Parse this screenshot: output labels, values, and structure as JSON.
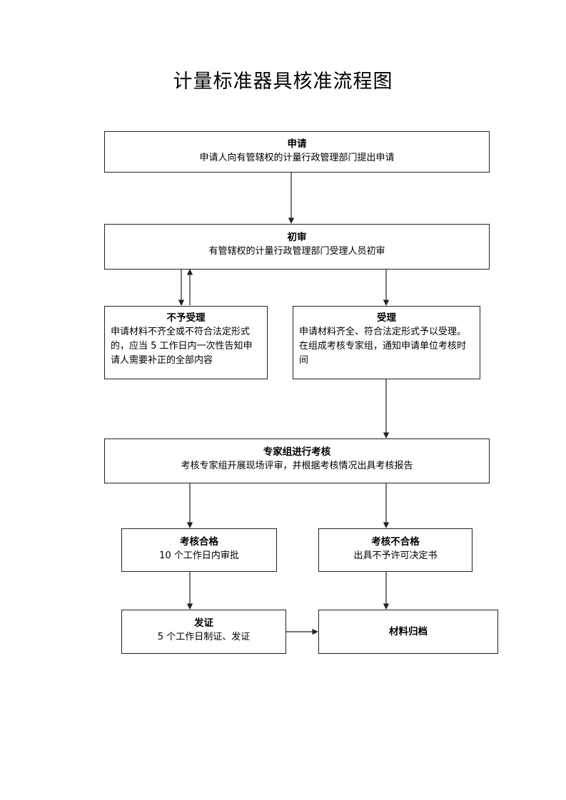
{
  "title": "计量标准器具核准流程图",
  "steps": {
    "apply": {
      "head": "申请",
      "body": "申请人向有管辖权的计量行政管理部门提出申请"
    },
    "initial": {
      "head": "初审",
      "body": "有管辖权的计量行政管理部门受理人员初审"
    },
    "reject": {
      "head": "不予受理",
      "body": "申请材料不齐全或不符合法定形式的，应当 5 工作日内一次性告知申请人需要补正的全部内容"
    },
    "accept": {
      "head": "受理",
      "body": "申请材料齐全、符合法定形式予以受理。在组成考核专家组，通知申请单位考核时间"
    },
    "review": {
      "head": "专家组进行考核",
      "body": "考核专家组开展现场评审，并根据考核情况出具考核报告"
    },
    "pass": {
      "head": "考核合格",
      "body": "10 个工作日内审批"
    },
    "fail": {
      "head": "考核不合格",
      "body": "出具不予许可决定书"
    },
    "issue": {
      "head": "发证",
      "body": "5 个工作日制证、发证"
    },
    "archive": {
      "head": "材料归档"
    }
  }
}
